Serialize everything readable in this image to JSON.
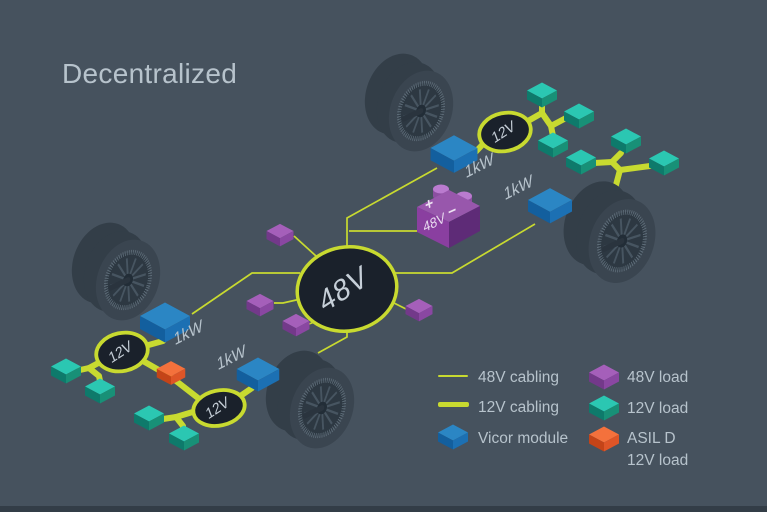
{
  "title": "Decentralized",
  "colors": {
    "background": "#46525E",
    "bottom_bar": "#333D47",
    "cabling": "#C8DA30",
    "text": "#B7C3CC",
    "node_fill": "#1A212B",
    "vicor_module": "#2B86C4",
    "load_48v": "#A55FBA",
    "load_12v": "#2BC7B2",
    "load_asil": "#F4713C",
    "battery": "#9857AC"
  },
  "diagram": {
    "hub_label": "48V",
    "bus_label": "12V",
    "module_power_label": "1kW",
    "battery": {
      "label": "48V",
      "plus": "+",
      "minus": "−"
    }
  },
  "legend": {
    "cabling_48v": "48V cabling",
    "cabling_12v": "12V cabling",
    "vicor_module": "Vicor module",
    "load_48v": "48V load",
    "load_12v": "12V load",
    "load_asil_line1": "ASIL D",
    "load_asil_line2": "12V load"
  }
}
